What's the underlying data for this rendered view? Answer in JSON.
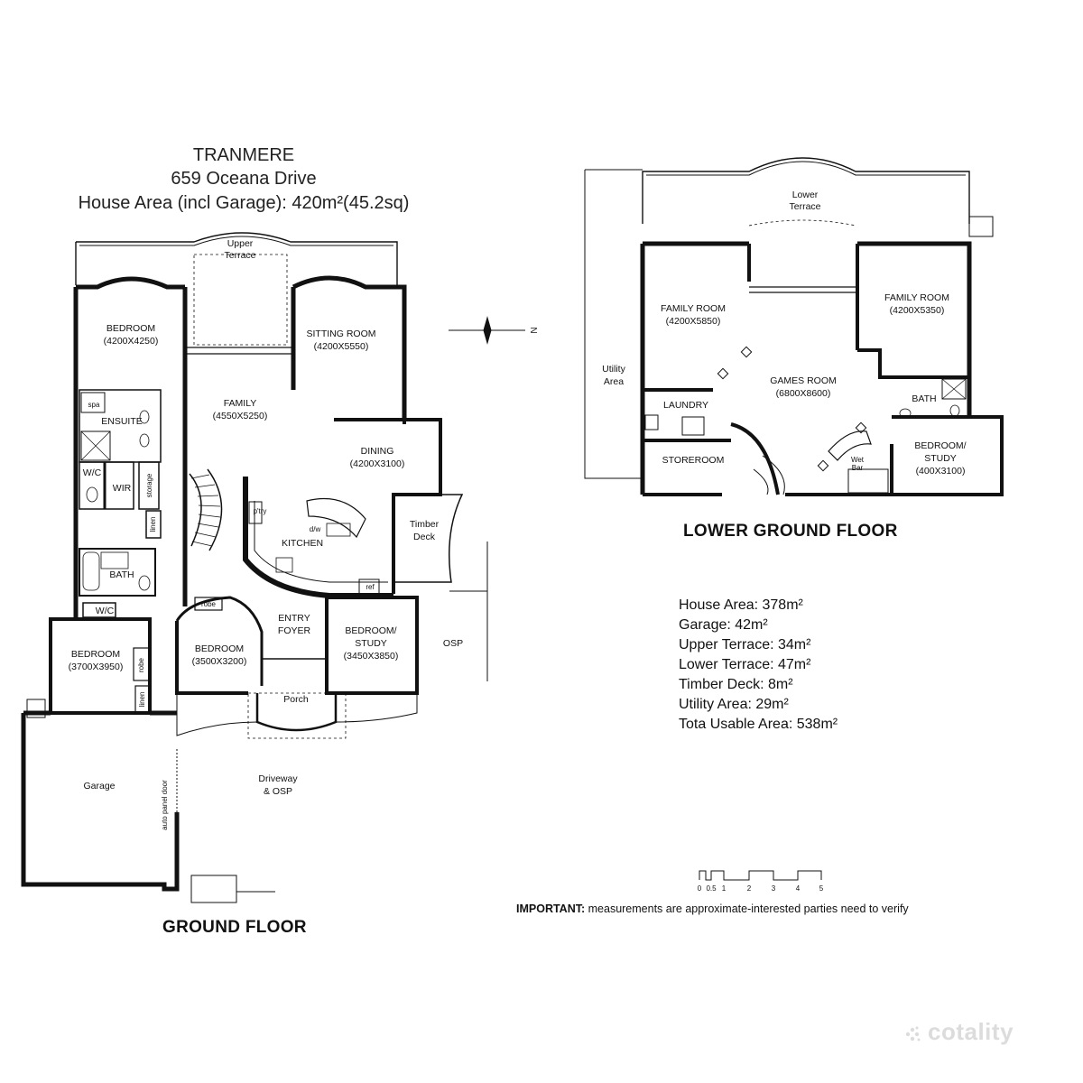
{
  "header": {
    "line1": "TRANMERE",
    "line2": "659 Oceana Drive",
    "line3": "House Area (incl Garage): 420m²(45.2sq)"
  },
  "compass": {
    "label": "N"
  },
  "ground_floor": {
    "label": "GROUND FLOOR",
    "rooms": {
      "upper_terrace_1": "Upper",
      "upper_terrace_2": "Terrace",
      "bedroom_main": "BEDROOM",
      "bedroom_main_dim": "(4200X4250)",
      "sitting_room": "SITTING ROOM",
      "sitting_room_dim": "(4200X5550)",
      "family": "FAMILY",
      "family_dim": "(4550X5250)",
      "dining": "DINING",
      "dining_dim": "(4200X3100)",
      "ensuite": "ENSUITE",
      "spa": "spa",
      "wc_upper": "W/C",
      "wir": "WIR",
      "storage": "storage",
      "linen_1": "linen",
      "pantry": "p'try",
      "dw": "d/w",
      "kitchen": "KITCHEN",
      "ref": "ref",
      "timber_deck_1": "Timber",
      "timber_deck_2": "Deck",
      "bath": "BATH",
      "wc_lower": "W/C",
      "bedroom_left": "BEDROOM",
      "bedroom_left_dim": "(3700X3950)",
      "robe_left": "robe",
      "linen_2": "linen",
      "robe_mid": "robe",
      "bedroom_mid": "BEDROOM",
      "bedroom_mid_dim": "(3500X3200)",
      "entry_1": "ENTRY",
      "entry_2": "FOYER",
      "bedroom_study_1": "BEDROOM/",
      "bedroom_study_2": "STUDY",
      "bedroom_study_dim": "(3450X3850)",
      "osp": "OSP",
      "porch": "Porch",
      "garage": "Garage",
      "auto_door": "auto panel door",
      "driveway_1": "Driveway",
      "driveway_2": "& OSP"
    }
  },
  "lower_floor": {
    "label": "LOWER GROUND FLOOR",
    "rooms": {
      "lower_terrace_1": "Lower",
      "lower_terrace_2": "Terrace",
      "family_room_left": "FAMILY ROOM",
      "family_room_left_dim": "(4200X5850)",
      "family_room_right": "FAMILY ROOM",
      "family_room_right_dim": "(4200X5350)",
      "utility_1": "Utility",
      "utility_2": "Area",
      "games_room": "GAMES ROOM",
      "games_room_dim": "(6800X8600)",
      "laundry": "LAUNDRY",
      "bath": "BATH",
      "storeroom": "STOREROOM",
      "wet_bar_1": "Wet",
      "wet_bar_2": "Bar",
      "bedroom_study_1": "BEDROOM/",
      "bedroom_study_2": "STUDY",
      "bedroom_study_dim": "(400X3100)"
    }
  },
  "areas": [
    "House Area: 378m²",
    "Garage: 42m²",
    "Upper Terrace: 34m²",
    "Lower Terrace: 47m²",
    "Timber Deck: 8m²",
    "Utility Area: 29m²",
    "Tota Usable Area: 538m²"
  ],
  "scale_bar": {
    "ticks": [
      "0",
      "0.5",
      "1",
      "2",
      "3",
      "4",
      "5"
    ]
  },
  "disclaimer": {
    "bold": "IMPORTANT:",
    "text": " measurements are approximate-interested parties need to verify"
  },
  "brand": {
    "name": "cotality"
  }
}
